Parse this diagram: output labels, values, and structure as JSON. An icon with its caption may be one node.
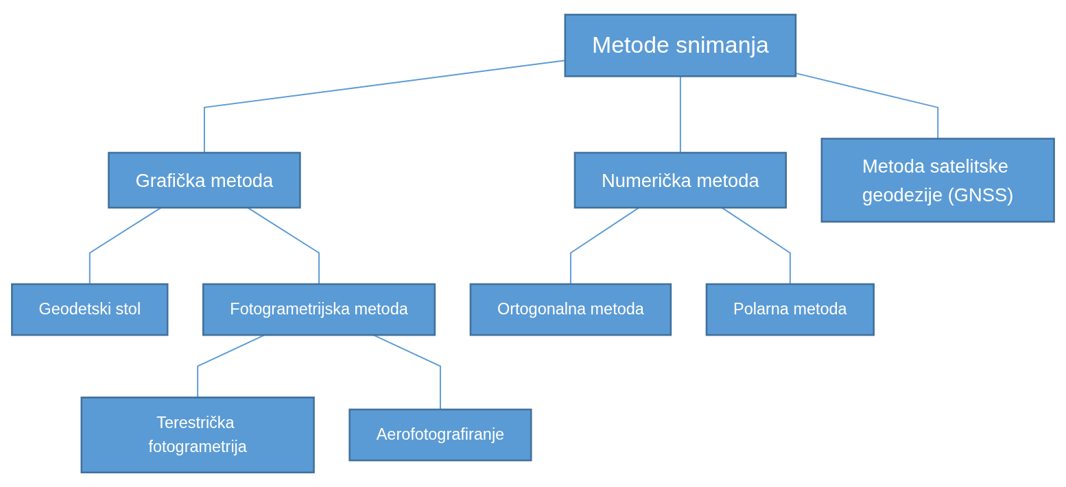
{
  "diagram": {
    "nodes": [
      {
        "text": [
          "Metode snimanja"
        ]
      },
      {
        "text": [
          "Grafička metoda"
        ]
      },
      {
        "text": [
          "Numerička metoda"
        ]
      },
      {
        "text": [
          "Metoda satelitske geodezije (GNSS)"
        ]
      },
      {
        "text": [
          "Geodetski stol"
        ]
      },
      {
        "text": [
          "Fotogrametrijska metoda"
        ]
      },
      {
        "text": [
          "Ortogonalna metoda"
        ]
      },
      {
        "text": [
          "Polarna metoda"
        ]
      },
      {
        "text": [
          "Terestrička fotogrametrija"
        ]
      },
      {
        "text": [
          "Aerofotografiranje"
        ]
      }
    ],
    "edges": [
      {
        "from": 0,
        "to": 1,
        "arrow": "none"
      },
      {
        "from": 0,
        "to": 2,
        "arrow": "none"
      },
      {
        "from": 0,
        "to": 3,
        "arrow": "none"
      },
      {
        "from": 1,
        "to": 4,
        "arrow": "none"
      },
      {
        "from": 1,
        "to": 5,
        "arrow": "none"
      },
      {
        "from": 2,
        "to": 6,
        "arrow": "none"
      },
      {
        "from": 2,
        "to": 7,
        "arrow": "none"
      },
      {
        "from": 5,
        "to": 8,
        "arrow": "none"
      },
      {
        "from": 5,
        "to": 9,
        "arrow": "none"
      }
    ]
  }
}
